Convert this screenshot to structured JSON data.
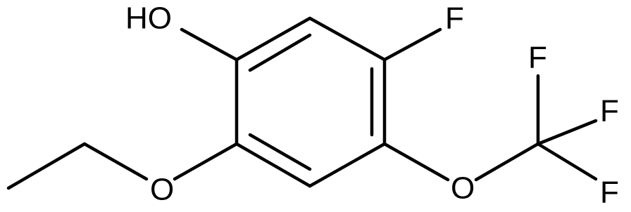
{
  "molecule": {
    "atoms": {
      "hydroxyl": "HO",
      "fluorine_ring": "F",
      "fluorine_cf3_top": "F",
      "fluorine_cf3_right": "F",
      "fluorine_cf3_bottom": "F",
      "oxygen_ethoxy": "O",
      "oxygen_trifluoromethoxy": "O"
    },
    "colors": {
      "bond": "#000000",
      "label": "#000000",
      "background": "#ffffff"
    }
  }
}
